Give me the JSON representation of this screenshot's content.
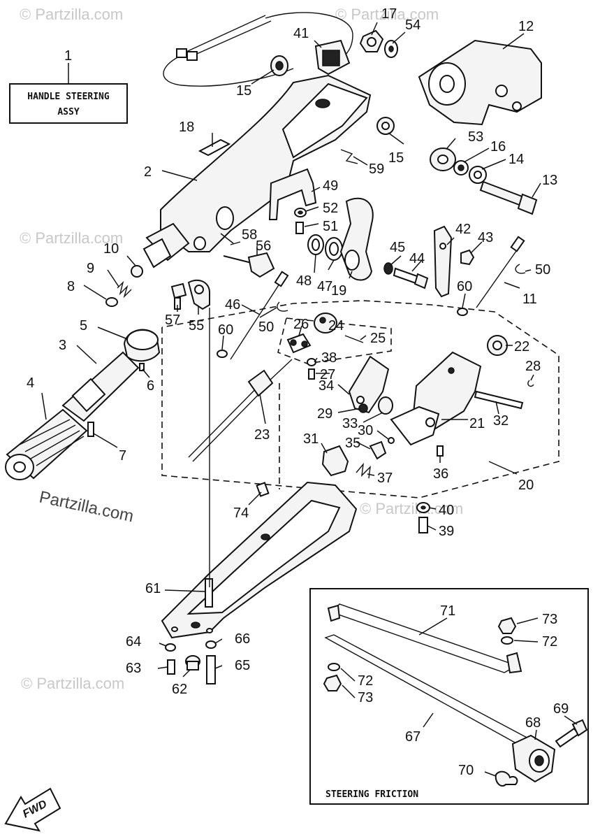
{
  "diagram": {
    "handle_box_label_line1": "HANDLE STEERING",
    "handle_box_label_line2": "ASSY",
    "friction_box_label": "STEERING FRICTION",
    "fwd_label": "FWD",
    "watermark": "© Partzilla.com",
    "watermark_main": "Partzilla.com"
  },
  "callouts": {
    "c1": "1",
    "c2": "2",
    "c3": "3",
    "c4": "4",
    "c5": "5",
    "c6": "6",
    "c7": "7",
    "c8": "8",
    "c9": "9",
    "c10": "10",
    "c11": "11",
    "c12": "12",
    "c13": "13",
    "c14": "14",
    "c15a": "15",
    "c15b": "15",
    "c16": "16",
    "c17": "17",
    "c18": "18",
    "c19": "19",
    "c20": "20",
    "c21": "21",
    "c22": "22",
    "c23": "23",
    "c24": "24",
    "c25": "25",
    "c26": "26",
    "c27": "27",
    "c28": "28",
    "c29": "29",
    "c30": "30",
    "c31": "31",
    "c32": "32",
    "c33": "33",
    "c34": "34",
    "c35": "35",
    "c36": "36",
    "c37": "37",
    "c38": "38",
    "c39": "39",
    "c40": "40",
    "c41": "41",
    "c42": "42",
    "c43": "43",
    "c44": "44",
    "c45": "45",
    "c46": "46",
    "c47": "47",
    "c48": "48",
    "c49": "49",
    "c50a": "50",
    "c50b": "50",
    "c51": "51",
    "c52": "52",
    "c53": "53",
    "c54": "54",
    "c55": "55",
    "c56": "56",
    "c57": "57",
    "c58": "58",
    "c59": "59",
    "c60a": "60",
    "c60b": "60",
    "c61": "61",
    "c62": "62",
    "c63": "63",
    "c64": "64",
    "c65": "65",
    "c66": "66",
    "c67": "67",
    "c68": "68",
    "c69": "69",
    "c70": "70",
    "c71": "71",
    "c72a": "72",
    "c72b": "72",
    "c73a": "73",
    "c73b": "73",
    "c74": "74"
  }
}
